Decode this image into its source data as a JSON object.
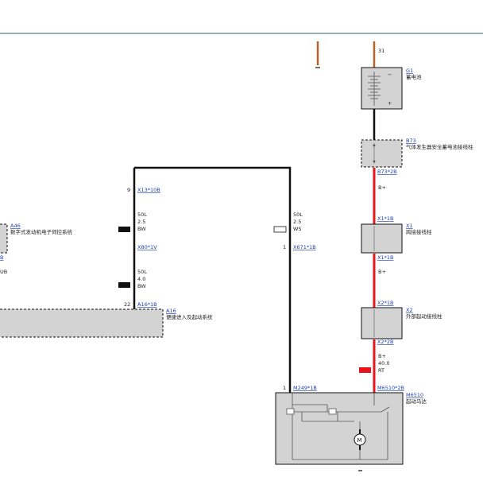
{
  "battery": {
    "id": "G1",
    "name": "蓄电池",
    "wire_no": "31",
    "minus": "−",
    "plus": "+"
  },
  "b73": {
    "id": "B73",
    "name": "气体发生器安全蓄电池接线柱",
    "connector": "B73*2B",
    "signal": "B+"
  },
  "x1": {
    "id": "X1",
    "name": "跨接接线柱",
    "conn_top": "X1*1B",
    "conn_bottom": "X1*1B",
    "signal": "B+"
  },
  "x2": {
    "id": "X2",
    "name": "外部起动接线柱",
    "conn_top": "X2*1B",
    "conn_bottom": "X2*2B",
    "signal": "B+",
    "wire_size": "40.0",
    "wire_color": "RT"
  },
  "motor": {
    "id": "M6510",
    "name": "起动马达",
    "connector": "M6510*2B",
    "left_connector": "M249*1B",
    "left_pin": "1",
    "icon": "motor-icon"
  },
  "a46": {
    "id": "A46",
    "name": "数字式发动机电子伺控系统",
    "partial_conn": "B",
    "partial_label": "UB"
  },
  "a16": {
    "id": "A16",
    "name": "便捷进入及起动系统",
    "connector": "A16*1B",
    "pin": "22"
  },
  "left_wire": {
    "top_conn": "X13*10B",
    "top_pin": "9",
    "seg1": {
      "type": "50L",
      "size": "2.5",
      "color": "BW"
    },
    "mid_conn": "X80*1V",
    "seg2": {
      "type": "50L",
      "size": "4.0",
      "color": "BW"
    }
  },
  "right_wire": {
    "conn": "X671*1B",
    "pin": "1",
    "seg": {
      "type": "50L",
      "size": "2.5",
      "color": "WS"
    }
  },
  "colors": {
    "power": "#e8141b",
    "wire": "#111111",
    "brown": "#b5652a",
    "box": "#d3d3d3",
    "header_line": "#5c7f88",
    "link": "#1a3fb8"
  }
}
